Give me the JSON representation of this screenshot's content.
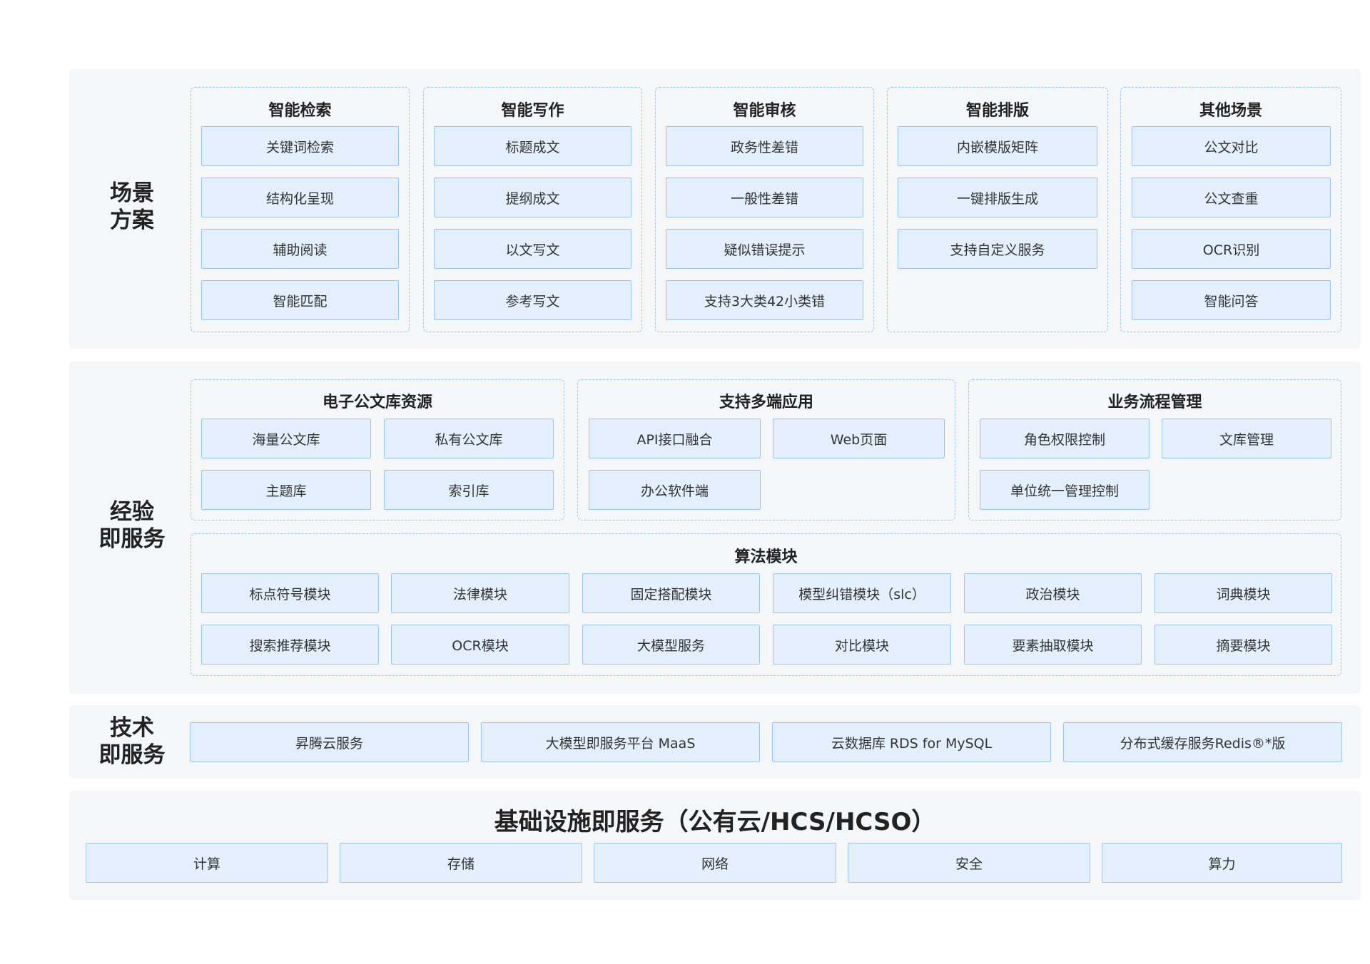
{
  "scenario": {
    "label_lines": [
      "场景",
      "方案"
    ],
    "groups": [
      {
        "title": "智能检索",
        "items": [
          "关键词检索",
          "结构化呈现",
          "辅助阅读",
          "智能匹配"
        ]
      },
      {
        "title": "智能写作",
        "items": [
          "标题成文",
          "提纲成文",
          "以文写文",
          "参考写文"
        ]
      },
      {
        "title": "智能审核",
        "items": [
          "政务性差错",
          "一般性差错",
          "疑似错误提示",
          "支持3大类42小类错"
        ]
      },
      {
        "title": "智能排版",
        "items": [
          "内嵌模版矩阵",
          "一键排版生成",
          "支持自定义服务"
        ]
      },
      {
        "title": "其他场景",
        "items": [
          "公文对比",
          "公文查重",
          "OCR识别",
          "智能问答"
        ]
      }
    ]
  },
  "experience": {
    "label_lines": [
      "经验",
      "即服务"
    ],
    "groups": [
      {
        "title": "电子公文库资源",
        "items": [
          "海量公文库",
          "私有公文库",
          "主题库",
          "索引库"
        ]
      },
      {
        "title": "支持多端应用",
        "items": [
          "API接口融合",
          "Web页面",
          "办公软件端"
        ]
      },
      {
        "title": "业务流程管理",
        "items": [
          "角色权限控制",
          "文库管理",
          "单位统一管理控制"
        ]
      }
    ],
    "algorithm": {
      "title": "算法模块",
      "items": [
        "标点符号模块",
        "法律模块",
        "固定搭配模块",
        "模型纠错模块（slc）",
        "政治模块",
        "词典模块",
        "搜索推荐模块",
        "OCR模块",
        "大模型服务",
        "对比模块",
        "要素抽取模块",
        "摘要模块"
      ]
    }
  },
  "tech": {
    "label_lines": [
      "技术",
      "即服务"
    ],
    "items": [
      "昇腾云服务",
      "大模型即服务平台 MaaS",
      "云数据库 RDS for MySQL",
      "分布式缓存服务Redis®*版"
    ]
  },
  "infra": {
    "title": "基础设施即服务（公有云/HCS/HCSO）",
    "items": [
      "计算",
      "存储",
      "网络",
      "安全",
      "算力"
    ]
  },
  "colors": {
    "box_fill": "#e3effc",
    "box_border": "#9cc4ea",
    "group_border": "#9ec5ea",
    "band_bg": "#f5f6f8"
  }
}
